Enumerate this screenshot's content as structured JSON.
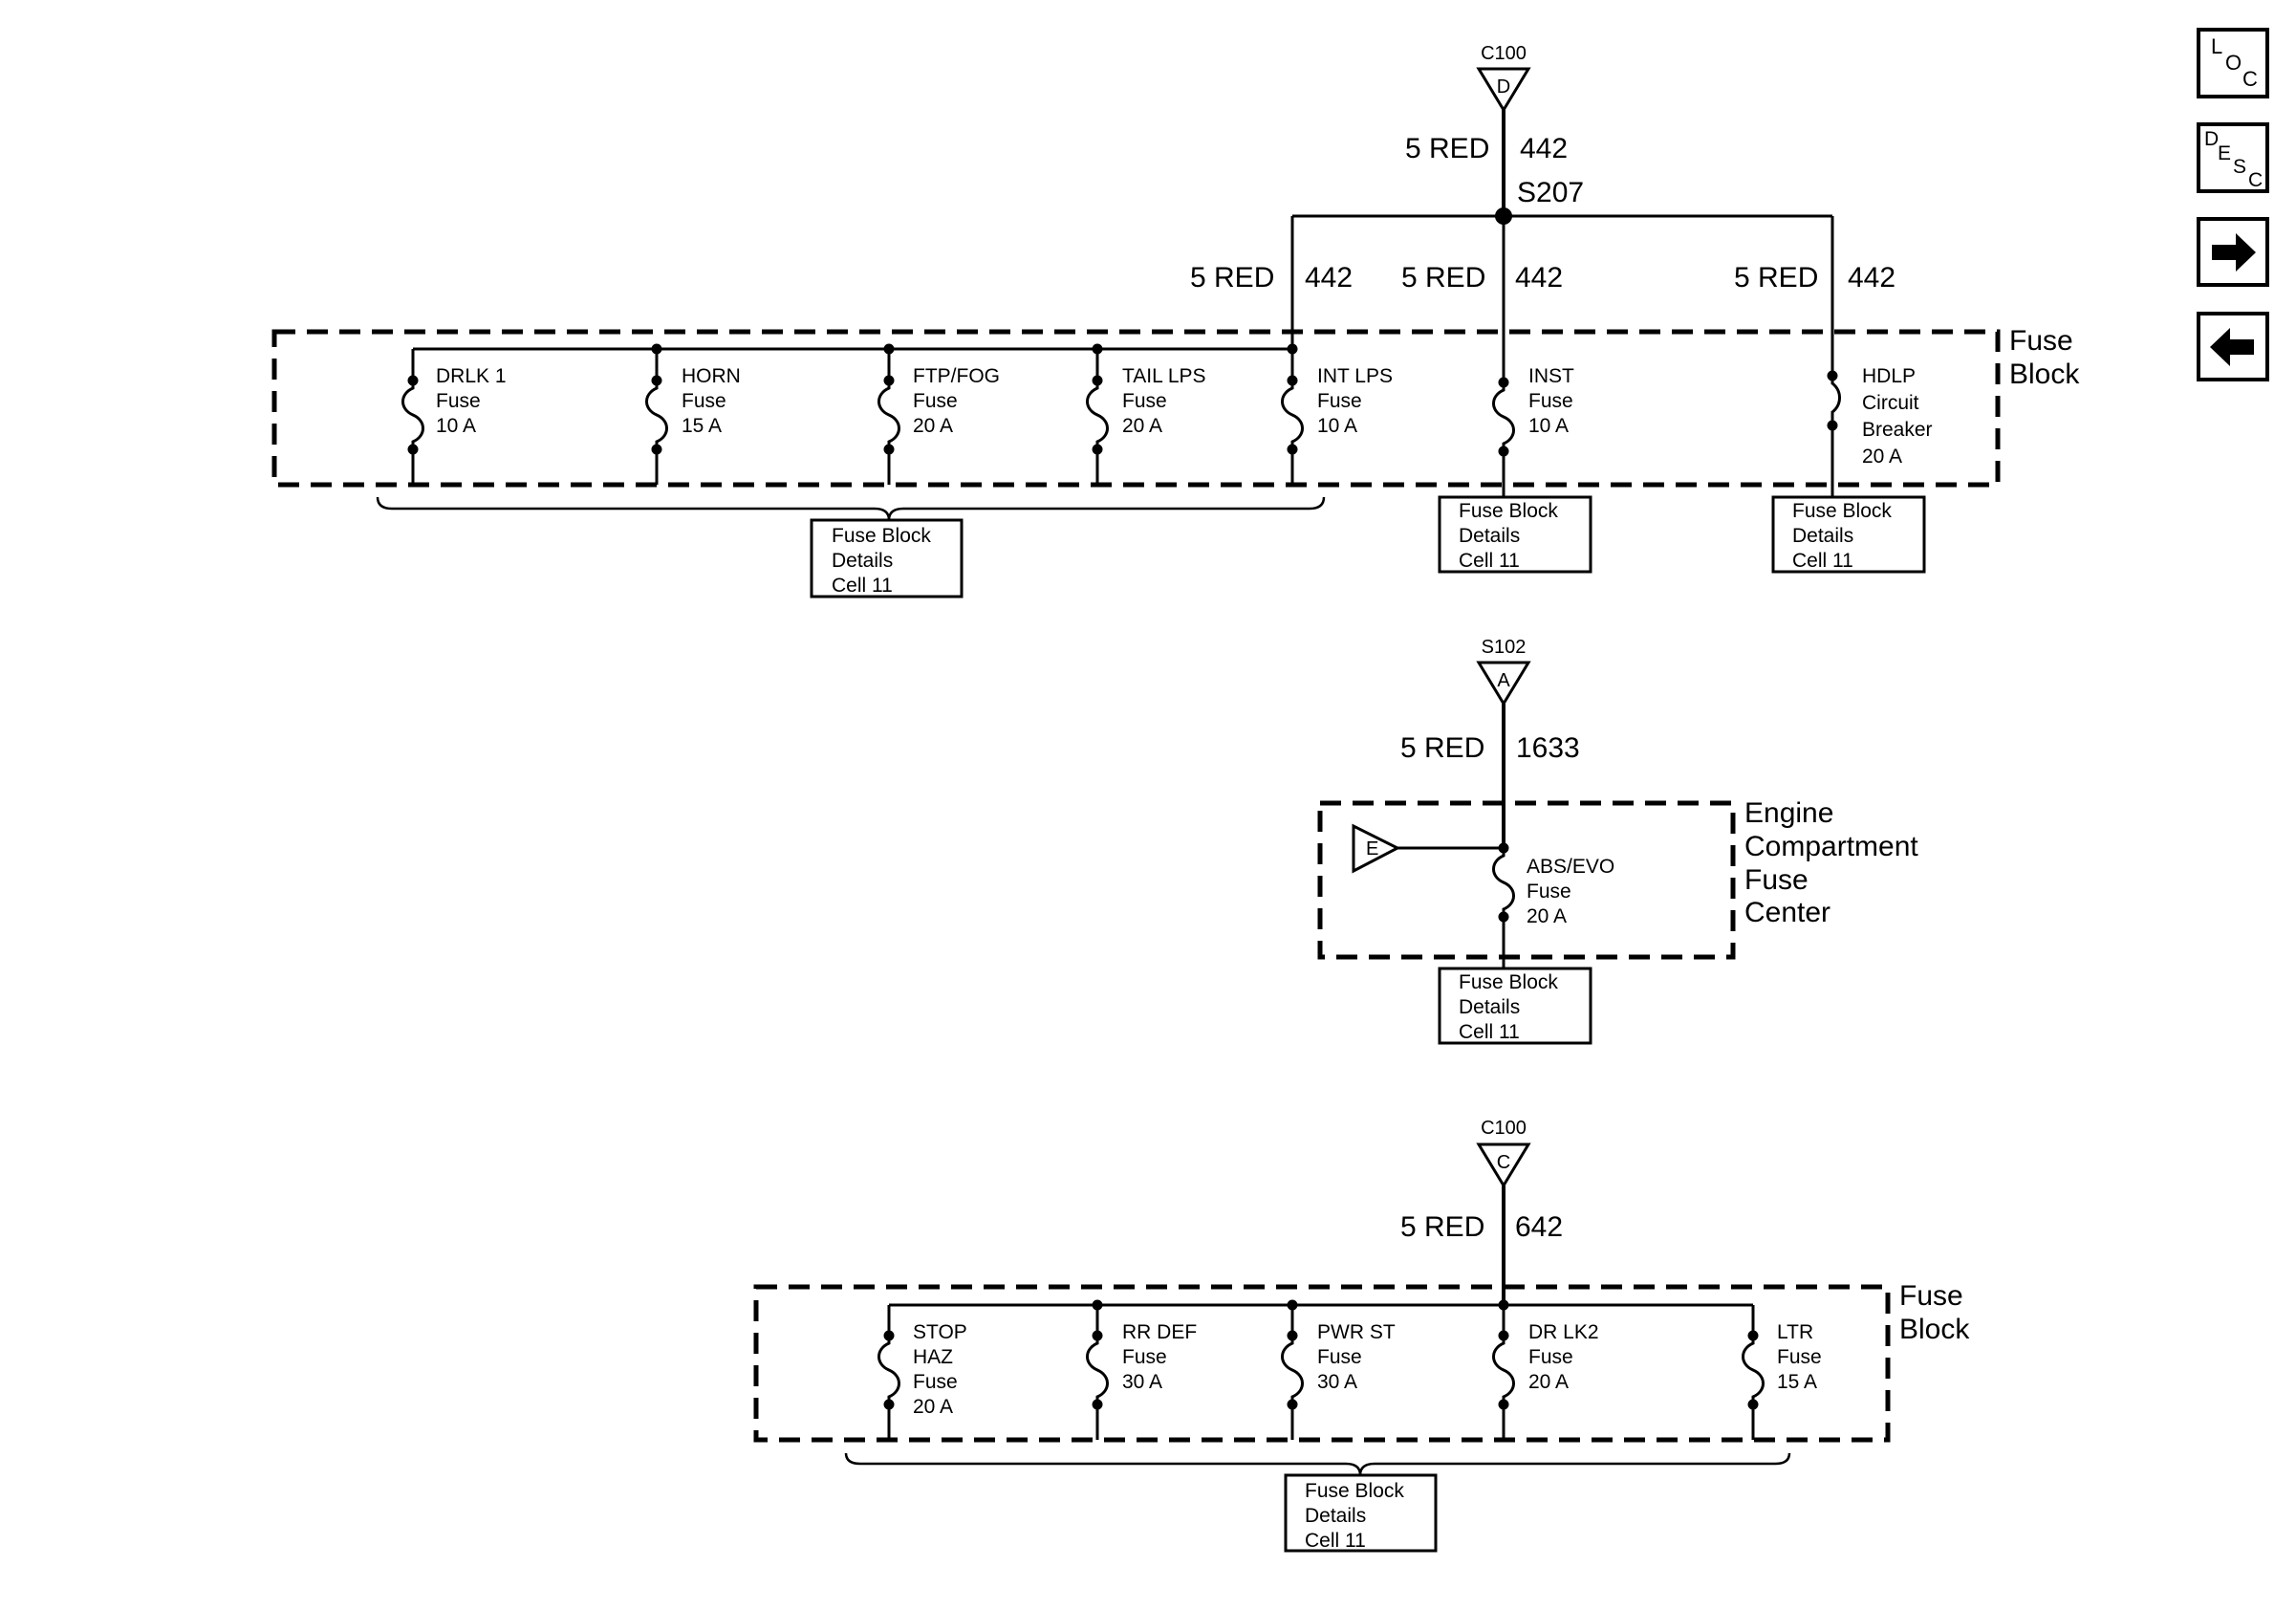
{
  "connectors": {
    "top": {
      "name": "C100",
      "pin": "D"
    },
    "middle": {
      "name": "S102",
      "pin": "A"
    },
    "bottom": {
      "name": "C100",
      "pin": "C"
    },
    "engine_feed": {
      "pin": "E"
    }
  },
  "wires": {
    "top_feed": {
      "color": "5 RED",
      "circuit": "442"
    },
    "splice": "S207",
    "branch_left": {
      "color": "5 RED",
      "circuit": "442"
    },
    "branch_center": {
      "color": "5 RED",
      "circuit": "442"
    },
    "branch_right": {
      "color": "5 RED",
      "circuit": "442"
    },
    "middle_feed": {
      "color": "5 RED",
      "circuit": "1633"
    },
    "bottom_feed": {
      "color": "5 RED",
      "circuit": "642"
    }
  },
  "fuse_block_top": {
    "label_line1": "Fuse",
    "label_line2": "Block",
    "fuses": [
      {
        "line1": "DRLK 1",
        "line2": "Fuse",
        "line3": "10 A"
      },
      {
        "line1": "HORN",
        "line2": "Fuse",
        "line3": "15 A"
      },
      {
        "line1": "FTP/FOG",
        "line2": "Fuse",
        "line3": "20 A"
      },
      {
        "line1": "TAIL LPS",
        "line2": "Fuse",
        "line3": "20 A"
      },
      {
        "line1": "INT LPS",
        "line2": "Fuse",
        "line3": "10 A"
      },
      {
        "line1": "INST",
        "line2": "Fuse",
        "line3": "10 A"
      }
    ],
    "breaker": {
      "line1": "HDLP",
      "line2": "Circuit",
      "line3": "Breaker",
      "line4": "20 A"
    }
  },
  "engine_fuse_center": {
    "label_line1": "Engine",
    "label_line2": "Compartment",
    "label_line3": "Fuse",
    "label_line4": "Center",
    "fuse": {
      "line1": "ABS/EVO",
      "line2": "Fuse",
      "line3": "20 A"
    }
  },
  "fuse_block_bottom": {
    "label_line1": "Fuse",
    "label_line2": "Block",
    "fuses": [
      {
        "line1": "STOP",
        "line2": "HAZ",
        "line3": "Fuse",
        "line4": "20 A"
      },
      {
        "line1": "RR DEF",
        "line2": "Fuse",
        "line3": "30 A"
      },
      {
        "line1": "PWR ST",
        "line2": "Fuse",
        "line3": "30 A"
      },
      {
        "line1": "DR LK2",
        "line2": "Fuse",
        "line3": "20 A"
      },
      {
        "line1": "LTR",
        "line2": "Fuse",
        "line3": "15 A"
      }
    ]
  },
  "reference_boxes": {
    "line1": "Fuse Block",
    "line2": "Details",
    "line3": "Cell 11"
  },
  "nav": {
    "loc": {
      "c1": "L",
      "c2": "O",
      "c3": "C"
    },
    "desc": {
      "c1": "D",
      "c2": "E",
      "c3": "S",
      "c4": "C"
    },
    "forward_icon": "arrow-right-icon",
    "back_icon": "arrow-left-icon"
  }
}
